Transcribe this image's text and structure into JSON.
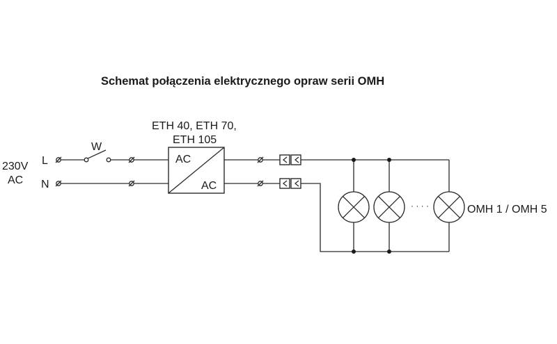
{
  "diagram": {
    "title": "Schemat połączenia elektrycznego opraw serii OMH",
    "supply_voltage": "230V",
    "supply_type": "AC",
    "line_label": "L",
    "neutral_label": "N",
    "switch_label": "W",
    "driver_models_line1": "ETH 40, ETH 70,",
    "driver_models_line2": "ETH 105",
    "driver_input": "AC",
    "driver_output": "AC",
    "lamp_ellipsis": "· · · ·",
    "lamp_group_label": "OMH 1 / OMH 5"
  }
}
